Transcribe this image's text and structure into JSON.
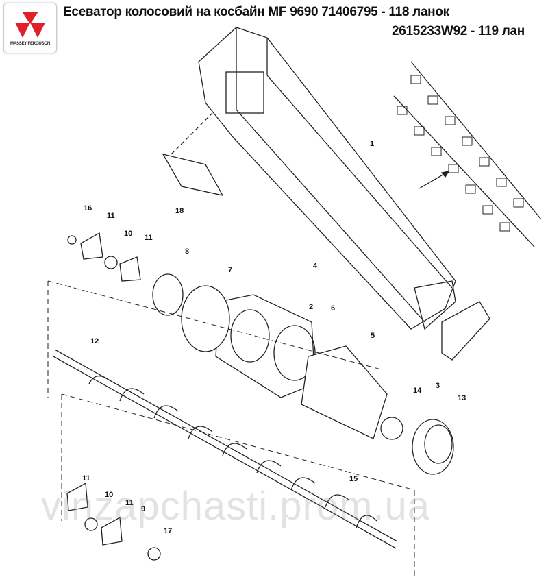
{
  "header": {
    "title_line1": "Есеватор колосовий на косбайн MF 9690  71406795 - 118 ланок",
    "title_line2": "2615233W92 - 119 лан"
  },
  "logo": {
    "brand": "MASSEY FERGUSON",
    "color": "#e0202a"
  },
  "watermark": "vinzapchasti.prom.ua",
  "callouts": [
    "1",
    "18",
    "16",
    "11",
    "10",
    "11",
    "8",
    "7",
    "4",
    "2",
    "6",
    "5",
    "12",
    "14",
    "13",
    "3",
    "15",
    "11",
    "10",
    "11",
    "9",
    "17"
  ]
}
